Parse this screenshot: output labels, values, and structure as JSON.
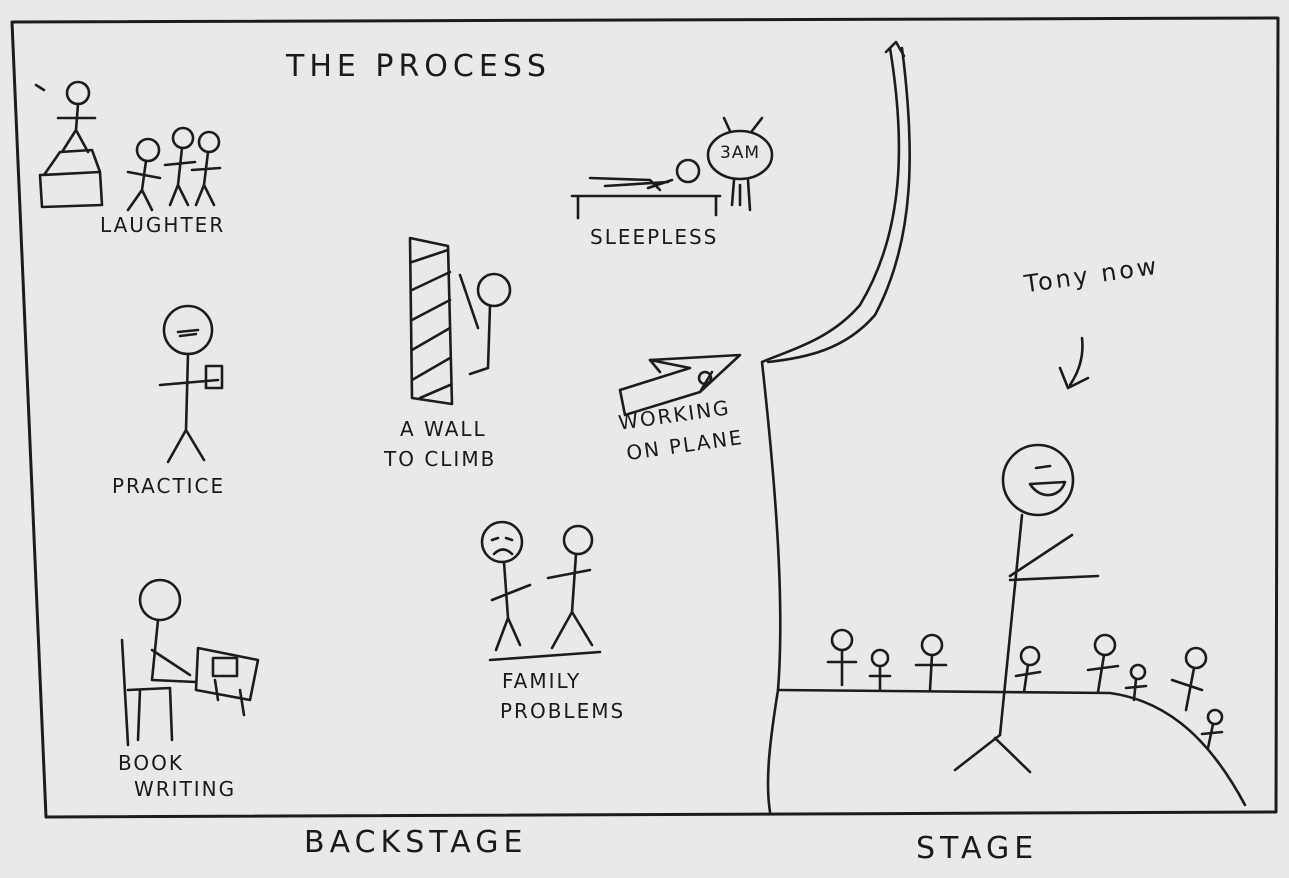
{
  "title": "THE PROCESS",
  "labels": {
    "laughter": "LAUGHTER",
    "sleepless": "SLEEPLESS",
    "clock_time": "3AM",
    "practice": "PRACTICE",
    "wall_line1": "A WALL",
    "wall_line2": "TO CLIMB",
    "plane_line1": "WORKING",
    "plane_line2": "ON PLANE",
    "family_line1": "FAMILY",
    "family_line2": "PROBLEMS",
    "book_line1": "BOOK",
    "book_line2": "WRITING",
    "tony": "Tony now",
    "backstage": "BACKSTAGE",
    "stage": "STAGE"
  },
  "colors": {
    "paper": "#e9e9e7",
    "ink": "#1c1c1c"
  }
}
